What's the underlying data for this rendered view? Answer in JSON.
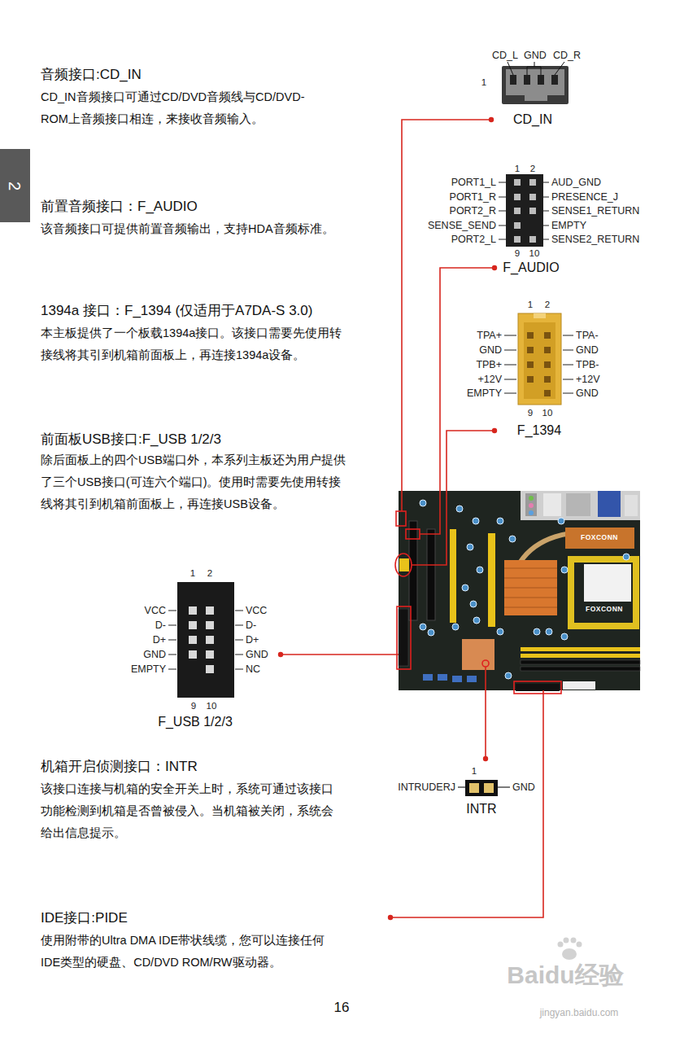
{
  "diagram": {
    "nodes": [
      {
        "text": [
          "CD_IN"
        ]
      },
      {
        "text": [
          "F_AUDIO"
        ]
      },
      {
        "text": [
          "F_1394"
        ]
      },
      {
        "text": [
          "F_USB 1/2/3"
        ]
      },
      {
        "text": [
          "FOXCONN",
          "FOXCONN"
        ]
      },
      {
        "text": [
          "INTR"
        ]
      },
      {
        "text": [
          "IDE接口:PIDE",
          "使用附带的Ultra DMA IDE带状线缆，您可以连接任何 IDE类型的硬盘、CD/DVD ROM/RW驱动器。"
        ]
      }
    ],
    "edges": [
      {
        "from": 4,
        "to": 0,
        "arrow": "none"
      },
      {
        "from": 4,
        "to": 1,
        "arrow": "none"
      },
      {
        "from": 4,
        "to": 2,
        "arrow": "none"
      },
      {
        "from": 4,
        "to": 3,
        "arrow": "none"
      },
      {
        "from": 4,
        "to": 5,
        "arrow": "none"
      },
      {
        "from": 4,
        "to": 6,
        "arrow": "none"
      }
    ],
    "labels": [
      "2",
      "音频接口:CD_IN",
      "CD_IN音频接口可通过CD/DVD音频线与CD/DVD- ROM上音频接口相连，来接收音频输入。",
      "CD_L",
      "GND",
      "CD_R",
      "1",
      "1",
      "2",
      "PORT1_L",
      "AUD_GND",
      "PORT1_R",
      "PRESENCE_J",
      "PORT2_R",
      "SENSE1_RETURN",
      "SENSE_SEND",
      "EMPTY",
      "PORT2_L",
      "SENSE2_RETURN",
      "9",
      "10",
      "前置音频接口：F_AUDIO",
      "该音频接口可提供前置音频输出，支持HDA音频标准。",
      "1394a 接口：F_1394 (仅适用于A7DA-S 3.0)",
      "本主板提供了一个板载1394a接口。该接口需要先使用转 接线将其引到机箱前面板上，再连接1394a设备。",
      "1",
      "2",
      "TPA+",
      "TPA-",
      "GND",
      "GND",
      "TPB+",
      "TPB-",
      "+12V",
      "+12V",
      "EMPTY",
      "GND",
      "9",
      "10",
      "前面板USB接口:F_USB 1/2/3",
      "除后面板上的四个USB端口外，本系列主板还为用户提供 了三个USB接口(可连六个端口)。使用时需要先使用转接 线将其引到机箱前面板上，再连接USB设备。",
      "1",
      "2",
      "VCC",
      "VCC",
      "D-",
      "D-",
      "D+",
      "D+",
      "GND",
      "GND",
      "EMPTY",
      "NC",
      "9",
      "10",
      "机箱开启侦测接口：INTR",
      "该接口连接与机箱的安全开关上时，系统可通过该接口 功能检测到机箱是否曾被侵入。当机箱被关闭，系统会 给出信息提示。",
      "1",
      "INTRUDERJ",
      "GND",
      "16",
      "Baidu经验",
      "jingyan.baidu.com"
    ]
  }
}
